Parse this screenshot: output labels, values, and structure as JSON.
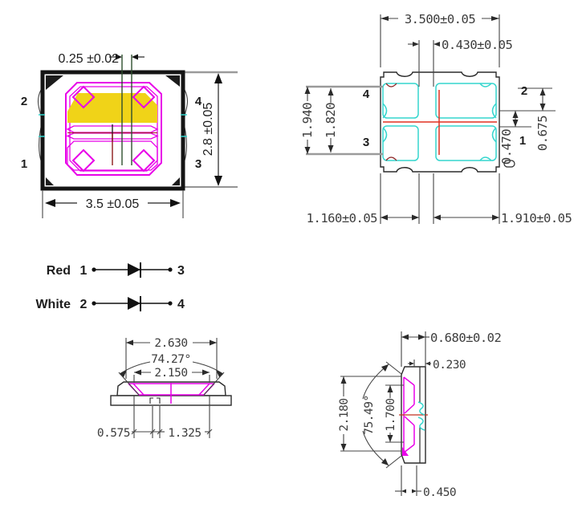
{
  "top_view": {
    "dim_wire_pitch": "0.25 ±0.02",
    "dim_height": "2.8 ±0.05",
    "dim_width": "3.5 ±0.05",
    "pin_top_left": "2",
    "pin_bottom_left": "1",
    "pin_top_right": "4",
    "pin_bottom_right": "3"
  },
  "pad_view": {
    "dim_width": "3.500±0.05",
    "dim_center_gap": "0.430±0.05",
    "dim_span_outer": "1.940",
    "dim_span_inner": "1.820",
    "dim_right_upper": "0.675",
    "dim_right_lower": "0.470",
    "dim_left_pad": "1.160±0.05",
    "dim_right_pad": "1.910±0.05",
    "pin_top_left": "4",
    "pin_top_right": "2",
    "pin_bottom_left": "3",
    "pin_bottom_right": "1"
  },
  "circuit": {
    "rows": [
      {
        "label": "Red",
        "pin_from": "1",
        "pin_to": "3"
      },
      {
        "label": "White",
        "pin_from": "2",
        "pin_to": "4"
      }
    ]
  },
  "front_view": {
    "dim_opening": "2.630",
    "dim_angle": "74.27°",
    "dim_cavity": "2.150",
    "dim_offset_left": "0.575",
    "dim_offset_right": "1.325"
  },
  "side_view": {
    "dim_width": "0.680±0.02",
    "dim_step": "0.230",
    "dim_height": "2.180",
    "dim_angle": "75.49°",
    "dim_cavity": "1.700",
    "dim_base": "0.450"
  },
  "colors": {
    "outline_magenta": "#e800e8",
    "pad_cyan": "#35d6ce",
    "marker_red": "#e03020",
    "phosphor_yellow": "#f0d318"
  }
}
